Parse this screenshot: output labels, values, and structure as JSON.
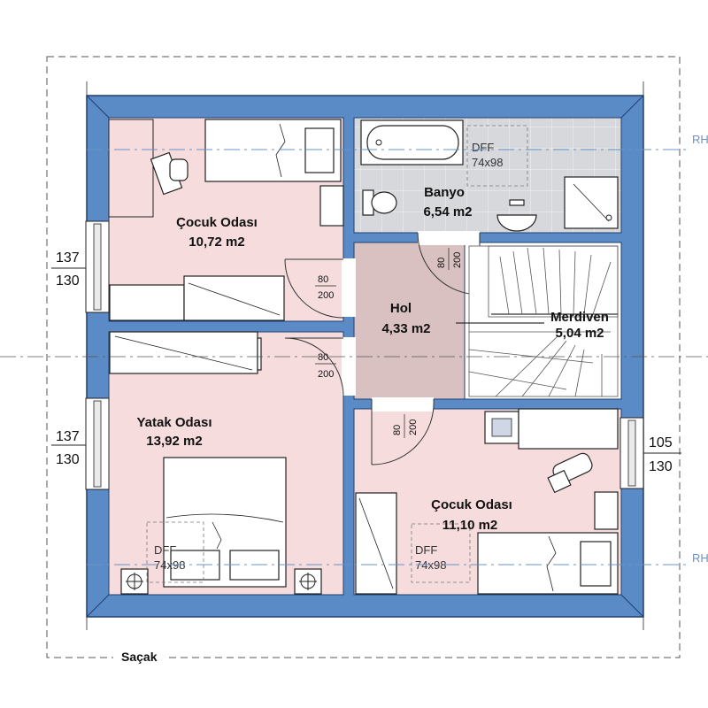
{
  "plan": {
    "eave_label": "Saçak",
    "axis_label": "RH",
    "rooms": [
      {
        "name": "Çocuk Odası",
        "area": "10,72 m2"
      },
      {
        "name": "Banyo",
        "area": "6,54 m2"
      },
      {
        "name": "Hol",
        "area": "4,33 m2"
      },
      {
        "name": "Merdiven",
        "area": "5,04 m2"
      },
      {
        "name": "Yatak Odası",
        "area": "13,92 m2"
      },
      {
        "name": "Çocuk Odası",
        "area": "11,10 m2"
      }
    ],
    "doors": [
      {
        "w": "80",
        "h": "200"
      },
      {
        "w": "80",
        "h": "200"
      },
      {
        "w": "80",
        "h": "200"
      },
      {
        "w": "80",
        "h": "200"
      }
    ],
    "windows": [
      {
        "w": "137",
        "h": "130"
      },
      {
        "w": "137",
        "h": "130"
      },
      {
        "w": "105",
        "h": "130"
      }
    ],
    "dff": [
      {
        "label": "DFF",
        "size": "74x98"
      },
      {
        "label": "DFF",
        "size": "74x98"
      },
      {
        "label": "DFF",
        "size": "74x98"
      }
    ]
  },
  "colors": {
    "wall": "#5b8bc7",
    "wall_edge": "#1e3f6e",
    "room_pink": "#f7dcde",
    "hall": "#d9c1c1",
    "bath": "#d6d8dc",
    "axis": "#6a93c4"
  }
}
